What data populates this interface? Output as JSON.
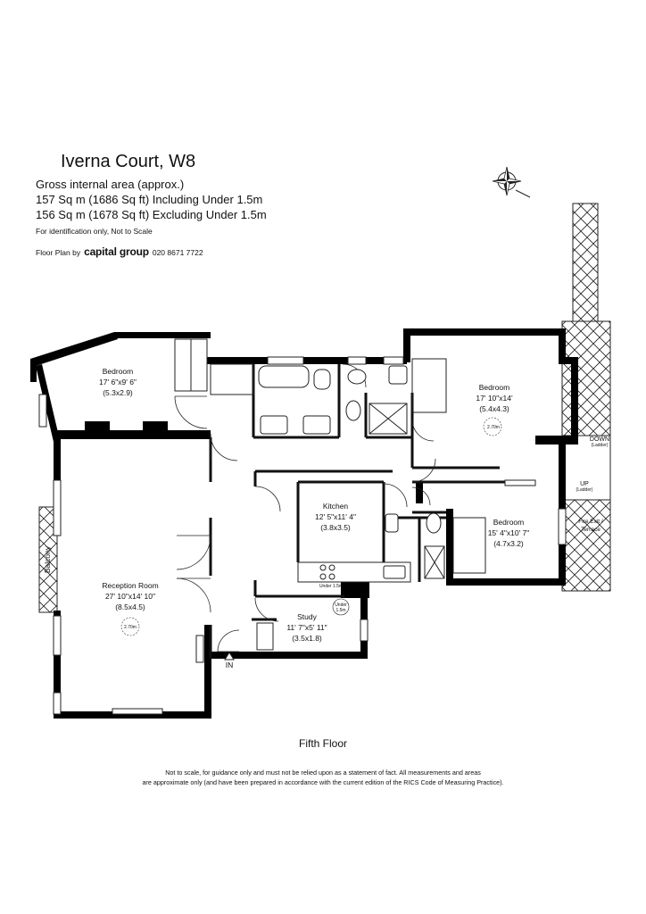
{
  "header": {
    "title": "Iverna Court, W8",
    "gross_area": "Gross internal area (approx.)",
    "area_including": "157 Sq m (1686 Sq ft) Including Under 1.5m",
    "area_excluding": "156 Sq m (1678 Sq ft) Excluding Under 1.5m",
    "note": "For identification only, Not to Scale",
    "floorplan_by": "Floor Plan by",
    "brand": "capital group",
    "phone": "020 8671 7722"
  },
  "rooms": {
    "bedroom1": {
      "name": "Bedroom",
      "size_ft": "17' 6\"x9' 6\"",
      "size_m": "(5.3x2.9)"
    },
    "bedroom2": {
      "name": "Bedroom",
      "size_ft": "17' 10\"x14'",
      "size_m": "(5.4x4.3)",
      "height": "2.70m"
    },
    "bedroom3": {
      "name": "Bedroom",
      "size_ft": "15' 4\"x10' 7\"",
      "size_m": "(4.7x3.2)"
    },
    "kitchen": {
      "name": "Kitchen",
      "size_ft": "12' 5\"x11' 4\"",
      "size_m": "(3.8x3.5)"
    },
    "reception": {
      "name": "Reception Room",
      "size_ft": "27' 10\"x14' 10\"",
      "size_m": "(8.5x4.5)",
      "height": "2.70m"
    },
    "study": {
      "name": "Study",
      "size_ft": "11' 7\"x5' 11\"",
      "size_m": "(3.5x1.8)"
    }
  },
  "labels": {
    "balcony": "Balcony",
    "entrance": "IN",
    "down": "DOWN",
    "down_note": "(Ladder)",
    "up": "UP",
    "up_note": "(Ladder)",
    "fire_exit": "Fire Exit /",
    "terrace": "Terrace",
    "under": "Under 1.5m",
    "under2": "Under",
    "under2b": "1.5m"
  },
  "footer": {
    "floor": "Fifth Floor",
    "disclaimer_1": "Not to scale, for guidance only and must not be relied upon as a statement of fact.  All measurements and areas",
    "disclaimer_2": "are approximate only (and have been prepared in accordance with the current edition of the RICS Code of Measuring Practice)."
  },
  "colors": {
    "wall": "#000000",
    "line": "#222222"
  }
}
